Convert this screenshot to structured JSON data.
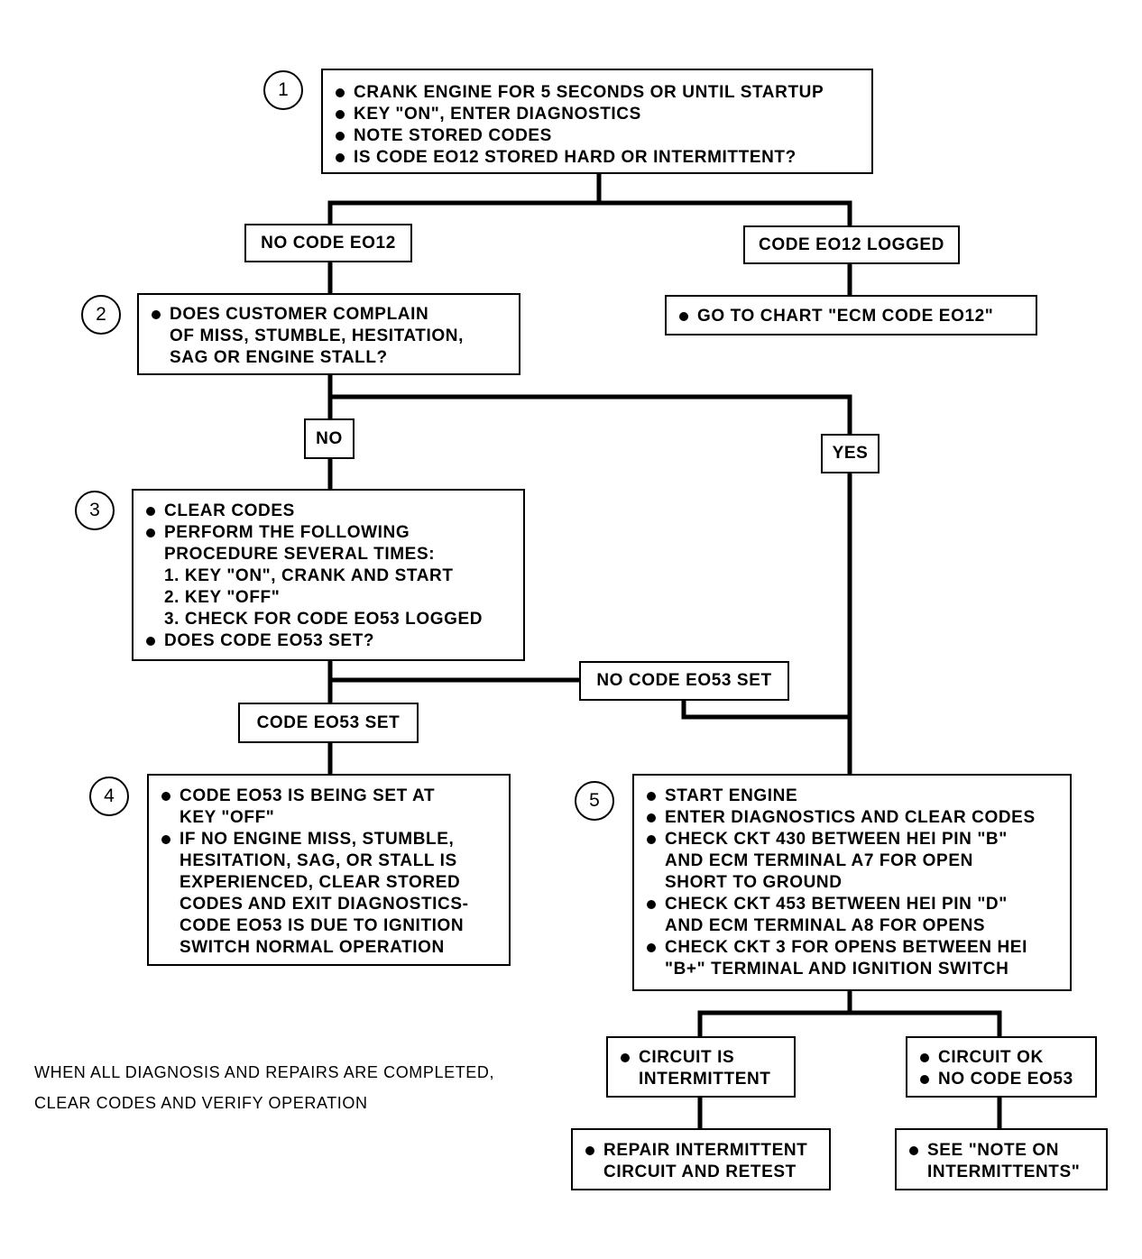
{
  "steps": {
    "s1": {
      "number": "1",
      "lines": [
        "CRANK ENGINE FOR 5 SECONDS OR UNTIL STARTUP",
        "KEY \"ON\", ENTER DIAGNOSTICS",
        "NOTE STORED CODES",
        "IS CODE EO12 STORED HARD OR INTERMITTENT?"
      ]
    },
    "s2": {
      "number": "2",
      "lines": [
        "DOES CUSTOMER COMPLAIN",
        "OF MISS, STUMBLE, HESITATION,",
        "SAG OR ENGINE STALL?"
      ]
    },
    "s3": {
      "number": "3",
      "lines": [
        "CLEAR CODES",
        "PERFORM THE FOLLOWING",
        "PROCEDURE SEVERAL TIMES:",
        "1. KEY \"ON\", CRANK AND START",
        "2. KEY \"OFF\"",
        "3. CHECK FOR CODE EO53 LOGGED",
        "DOES CODE EO53 SET?"
      ]
    },
    "s4": {
      "number": "4",
      "lines": [
        "CODE EO53 IS BEING SET AT",
        "KEY \"OFF\"",
        "IF NO ENGINE MISS, STUMBLE,",
        "HESITATION, SAG, OR STALL IS",
        "EXPERIENCED, CLEAR STORED",
        "CODES AND EXIT DIAGNOSTICS-",
        "CODE EO53 IS DUE TO IGNITION",
        "SWITCH NORMAL OPERATION"
      ]
    },
    "s5": {
      "number": "5",
      "lines": [
        "START ENGINE",
        "ENTER DIAGNOSTICS AND CLEAR CODES",
        "CHECK CKT 430 BETWEEN HEI PIN \"B\"",
        "AND ECM TERMINAL A7 FOR OPEN",
        "SHORT TO GROUND",
        "CHECK CKT 453 BETWEEN HEI PIN \"D\"",
        "AND ECM TERMINAL A8 FOR OPENS",
        "CHECK CKT 3 FOR OPENS BETWEEN HEI",
        "\"B+\" TERMINAL AND IGNITION SWITCH"
      ]
    }
  },
  "branches": {
    "no_code_eo12": "NO CODE EO12",
    "code_eo12_logged": "CODE EO12 LOGGED",
    "go_to_chart": "GO TO CHART \"ECM CODE EO12\"",
    "no": "NO",
    "yes": "YES",
    "no_code_eo53_set": "NO CODE EO53 SET",
    "code_eo53_set": "CODE EO53 SET"
  },
  "outcomes": {
    "circuit_intermittent": [
      "CIRCUIT IS",
      "INTERMITTENT"
    ],
    "circuit_ok": [
      "CIRCUIT OK",
      "NO CODE EO53"
    ],
    "repair": [
      "REPAIR INTERMITTENT",
      "CIRCUIT AND RETEST"
    ],
    "see_note": [
      "SEE \"NOTE ON",
      "INTERMITTENTS\""
    ]
  },
  "footer_note": [
    "WHEN ALL DIAGNOSIS AND REPAIRS ARE COMPLETED,",
    "CLEAR CODES AND VERIFY OPERATION"
  ]
}
